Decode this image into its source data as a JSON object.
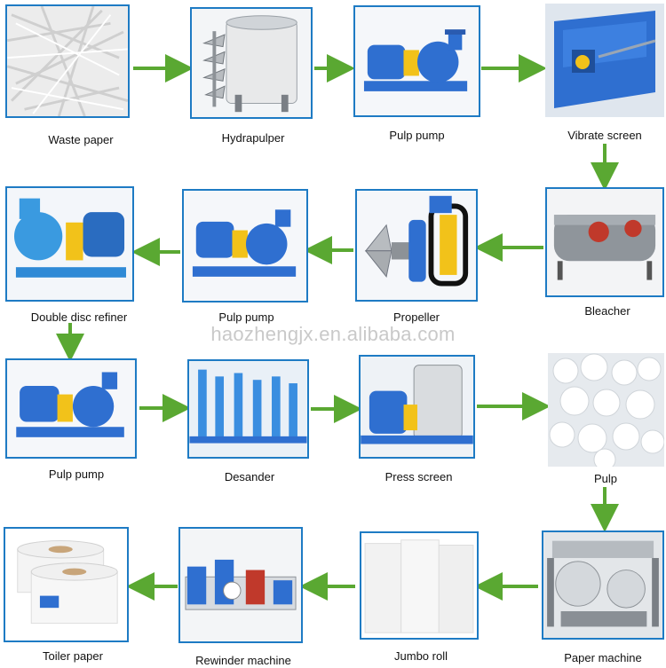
{
  "watermark": "haozhengjx.en.alibaba.com",
  "colors": {
    "frame": "#1e7bc4",
    "arrow": "#5aa832",
    "machine_blue": "#2f6fd0",
    "machine_yellow": "#f2c21a"
  },
  "steps": {
    "waste_paper": {
      "label": "Waste paper",
      "icon": "shredded-paper"
    },
    "hydrapulper": {
      "label": "Hydrapulper",
      "icon": "pulper-tank"
    },
    "pulp_pump_1": {
      "label": "Pulp pump",
      "icon": "pump"
    },
    "vibrate_screen": {
      "label": "Vibrate screen",
      "icon": "screen-machine"
    },
    "bleacher": {
      "label": "Bleacher",
      "icon": "bleacher-machine"
    },
    "propeller": {
      "label": "Propeller",
      "icon": "propeller"
    },
    "pulp_pump_2": {
      "label": "Pulp pump",
      "icon": "pump"
    },
    "double_disc_refiner": {
      "label": "Double disc refiner",
      "icon": "refiner"
    },
    "pulp_pump_3": {
      "label": "Pulp pump",
      "icon": "pump"
    },
    "desander": {
      "label": "Desander",
      "icon": "desander-tubes"
    },
    "press_screen": {
      "label": "Press screen",
      "icon": "press-screen"
    },
    "pulp": {
      "label": "Pulp",
      "icon": "pulp-pile"
    },
    "paper_machine": {
      "label": "Paper machine",
      "icon": "paper-machine"
    },
    "jumbo_roll": {
      "label": "Jumbo roll",
      "icon": "jumbo-rolls"
    },
    "rewinder_machine": {
      "label": "Rewinder machine",
      "icon": "rewinder"
    },
    "toilet_paper": {
      "label": "Toiler paper",
      "icon": "toilet-rolls"
    }
  }
}
